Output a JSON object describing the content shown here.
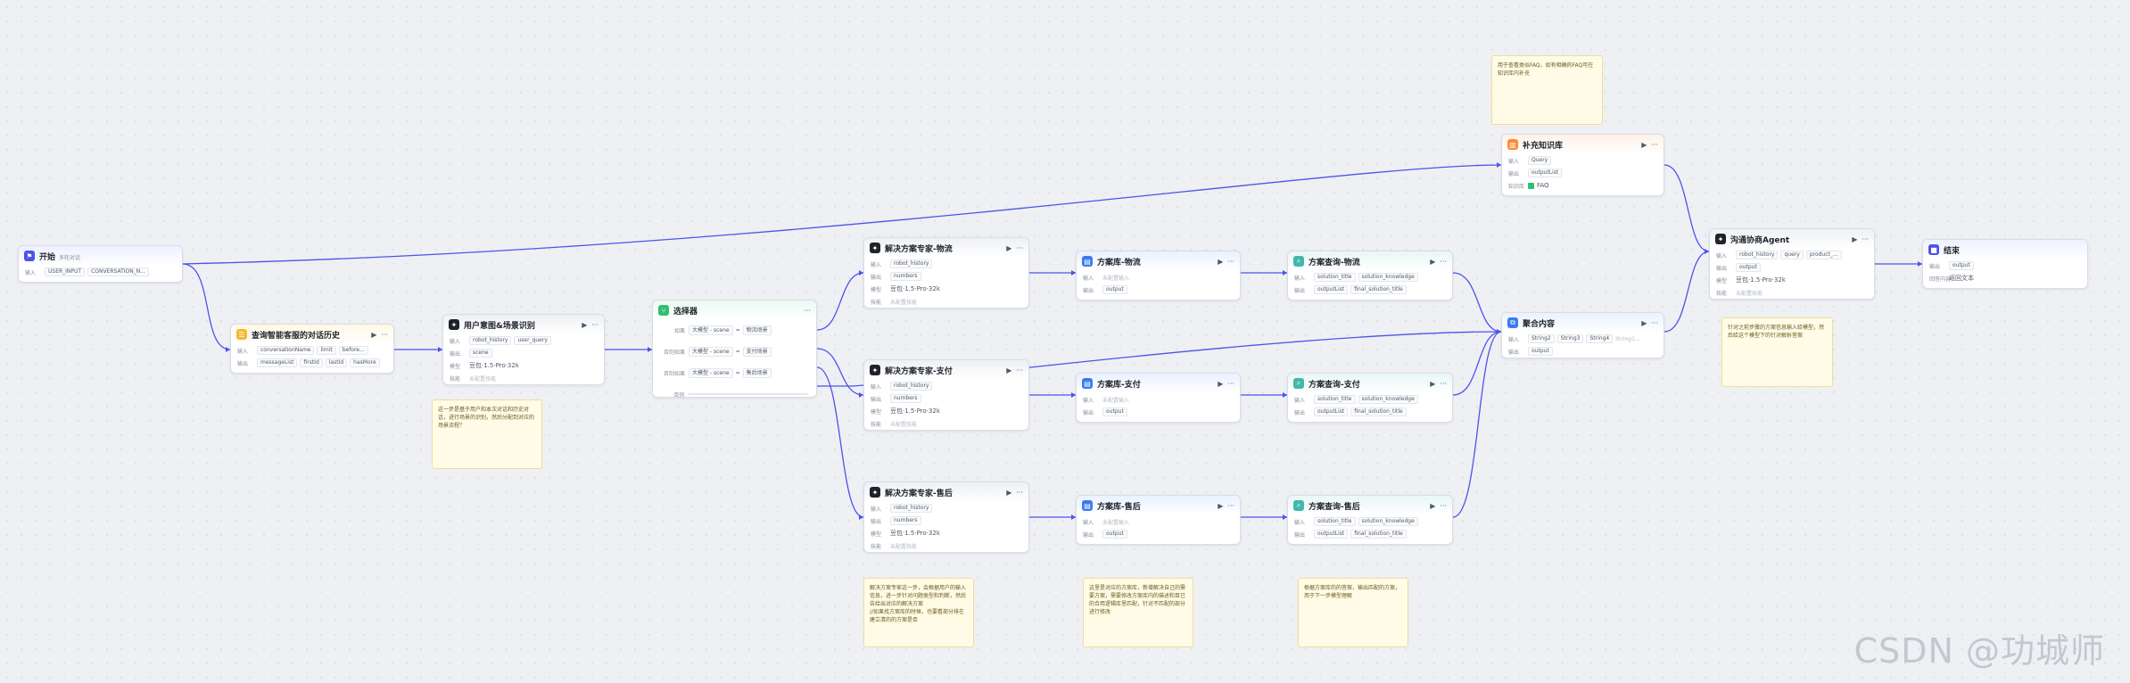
{
  "colors": {
    "edge": "#4d53e8",
    "note_bg": "#fffbe6",
    "start_icon": "#4d53e8",
    "history_icon": "#f5b731",
    "llm_icon": "#1f2329",
    "selector_icon": "#2fbf71",
    "db_icon": "#3a7bf2",
    "knowledge_icon": "#ff8a34",
    "merge_icon": "#3a7bf2",
    "query_icon": "#41b8a9"
  },
  "common": {
    "in": "输入",
    "out": "输出",
    "model": "模型",
    "skill": "技能",
    "skill_none": "未配置技能",
    "input_none": "未配置输入",
    "more": "···",
    "run": "▶"
  },
  "start": {
    "title": "开始",
    "subtitle": "多轮对话",
    "inputs": [
      "USER_INPUT",
      "CONVERSATION_N..."
    ]
  },
  "history": {
    "title": "查询智能客服的对话历史",
    "inputs": [
      "conversationName",
      "limit",
      "before..."
    ],
    "outputs": [
      "messageList",
      "firstId",
      "lastId",
      "hasMore"
    ]
  },
  "intent": {
    "title": "用户意图&场景识别",
    "inputs": [
      "robot_history",
      "user_query"
    ],
    "outputs": [
      "scene"
    ],
    "model": "豆包·1.5·Pro·32k"
  },
  "intent_note": "这一步是基于用户和本次对话和历史对话，进行场景的识别，然后分配到对应的场景流程？",
  "selector": {
    "title": "选择器",
    "rows": [
      {
        "label": "如果",
        "left": "大模型 - scene",
        "op": "=",
        "right": "物流场景"
      },
      {
        "label": "否则如果",
        "left": "大模型 - scene",
        "op": "=",
        "right": "支付场景"
      },
      {
        "label": "否则如果",
        "left": "大模型 - scene",
        "op": "=",
        "right": "售后场景"
      }
    ],
    "else_label": "否则"
  },
  "experts": [
    {
      "title": "解决方案专家-物流",
      "inputs": [
        "robot_history"
      ],
      "outputs": [
        "numbers"
      ],
      "model": "豆包·1.5·Pro·32k"
    },
    {
      "title": "解决方案专家-支付",
      "inputs": [
        "robot_history"
      ],
      "outputs": [
        "numbers"
      ],
      "model": "豆包·1.5·Pro·32k"
    },
    {
      "title": "解决方案专家-售后",
      "inputs": [
        "robot_history"
      ],
      "outputs": [
        "numbers"
      ],
      "model": "豆包·1.5·Pro·32k"
    }
  ],
  "expert_note": "解决方案专家这一步，会根据用户的输入信息，进一步针对问题类型和判断，然后告给出对应的解决方案\n//如果找方案库的时候，也要看部分排在建立清的的方案是否",
  "libs": [
    {
      "title": "方案库-物流",
      "outputs": [
        "output"
      ]
    },
    {
      "title": "方案库-支付",
      "outputs": [
        "output"
      ]
    },
    {
      "title": "方案库-售后",
      "outputs": [
        "output"
      ]
    }
  ],
  "lib_note": "这里是对应的方案库，新增解决自己的需要方案，需要修改方案库内的描述和目已的合用逻辑库里匹配，针对不匹配的部分进行修改",
  "queries": [
    {
      "title": "方案查询-物流",
      "inputs": [
        "solution_title",
        "solution_knowledge"
      ],
      "outputs": [
        "outputList",
        "final_solution_title"
      ]
    },
    {
      "title": "方案查询-支付",
      "inputs": [
        "solution_title",
        "solution_knowledge"
      ],
      "outputs": [
        "outputList",
        "final_solution_title"
      ]
    },
    {
      "title": "方案查询-售后",
      "inputs": [
        "solution_title",
        "solution_knowledge"
      ],
      "outputs": [
        "outputList",
        "final_solution_title"
      ]
    }
  ],
  "query_note": "根据方案库的的答案，输出匹配的方案，用于下一步模型理解",
  "knowledge": {
    "title": "补充知识库",
    "inputs": [
      "Query"
    ],
    "outputs": [
      "outputList"
    ],
    "kb_label": "知识库",
    "kb": "FAQ"
  },
  "knowledge_note": "用于查看类似FAQ，如有相确的FAQ可在知识库内补充",
  "merge": {
    "title": "聚合内容",
    "inputs": [
      "String2",
      "String3",
      "String4",
      "String1..."
    ],
    "outputs": [
      "output"
    ]
  },
  "agent": {
    "title": "沟通协商Agent",
    "inputs": [
      "robot_history",
      "query",
      "product_..."
    ],
    "outputs": [
      "output"
    ],
    "model": "豆包·1.5·Pro·32k"
  },
  "agent_note": "针对之前步骤的方案信息输入给模型，然后给这个模型下的针对解析答案",
  "end": {
    "title": "结束",
    "outputs": [
      "output"
    ],
    "answer_label": "回答内容",
    "answer": "返回文本"
  },
  "watermark": "CSDN @功城师"
}
